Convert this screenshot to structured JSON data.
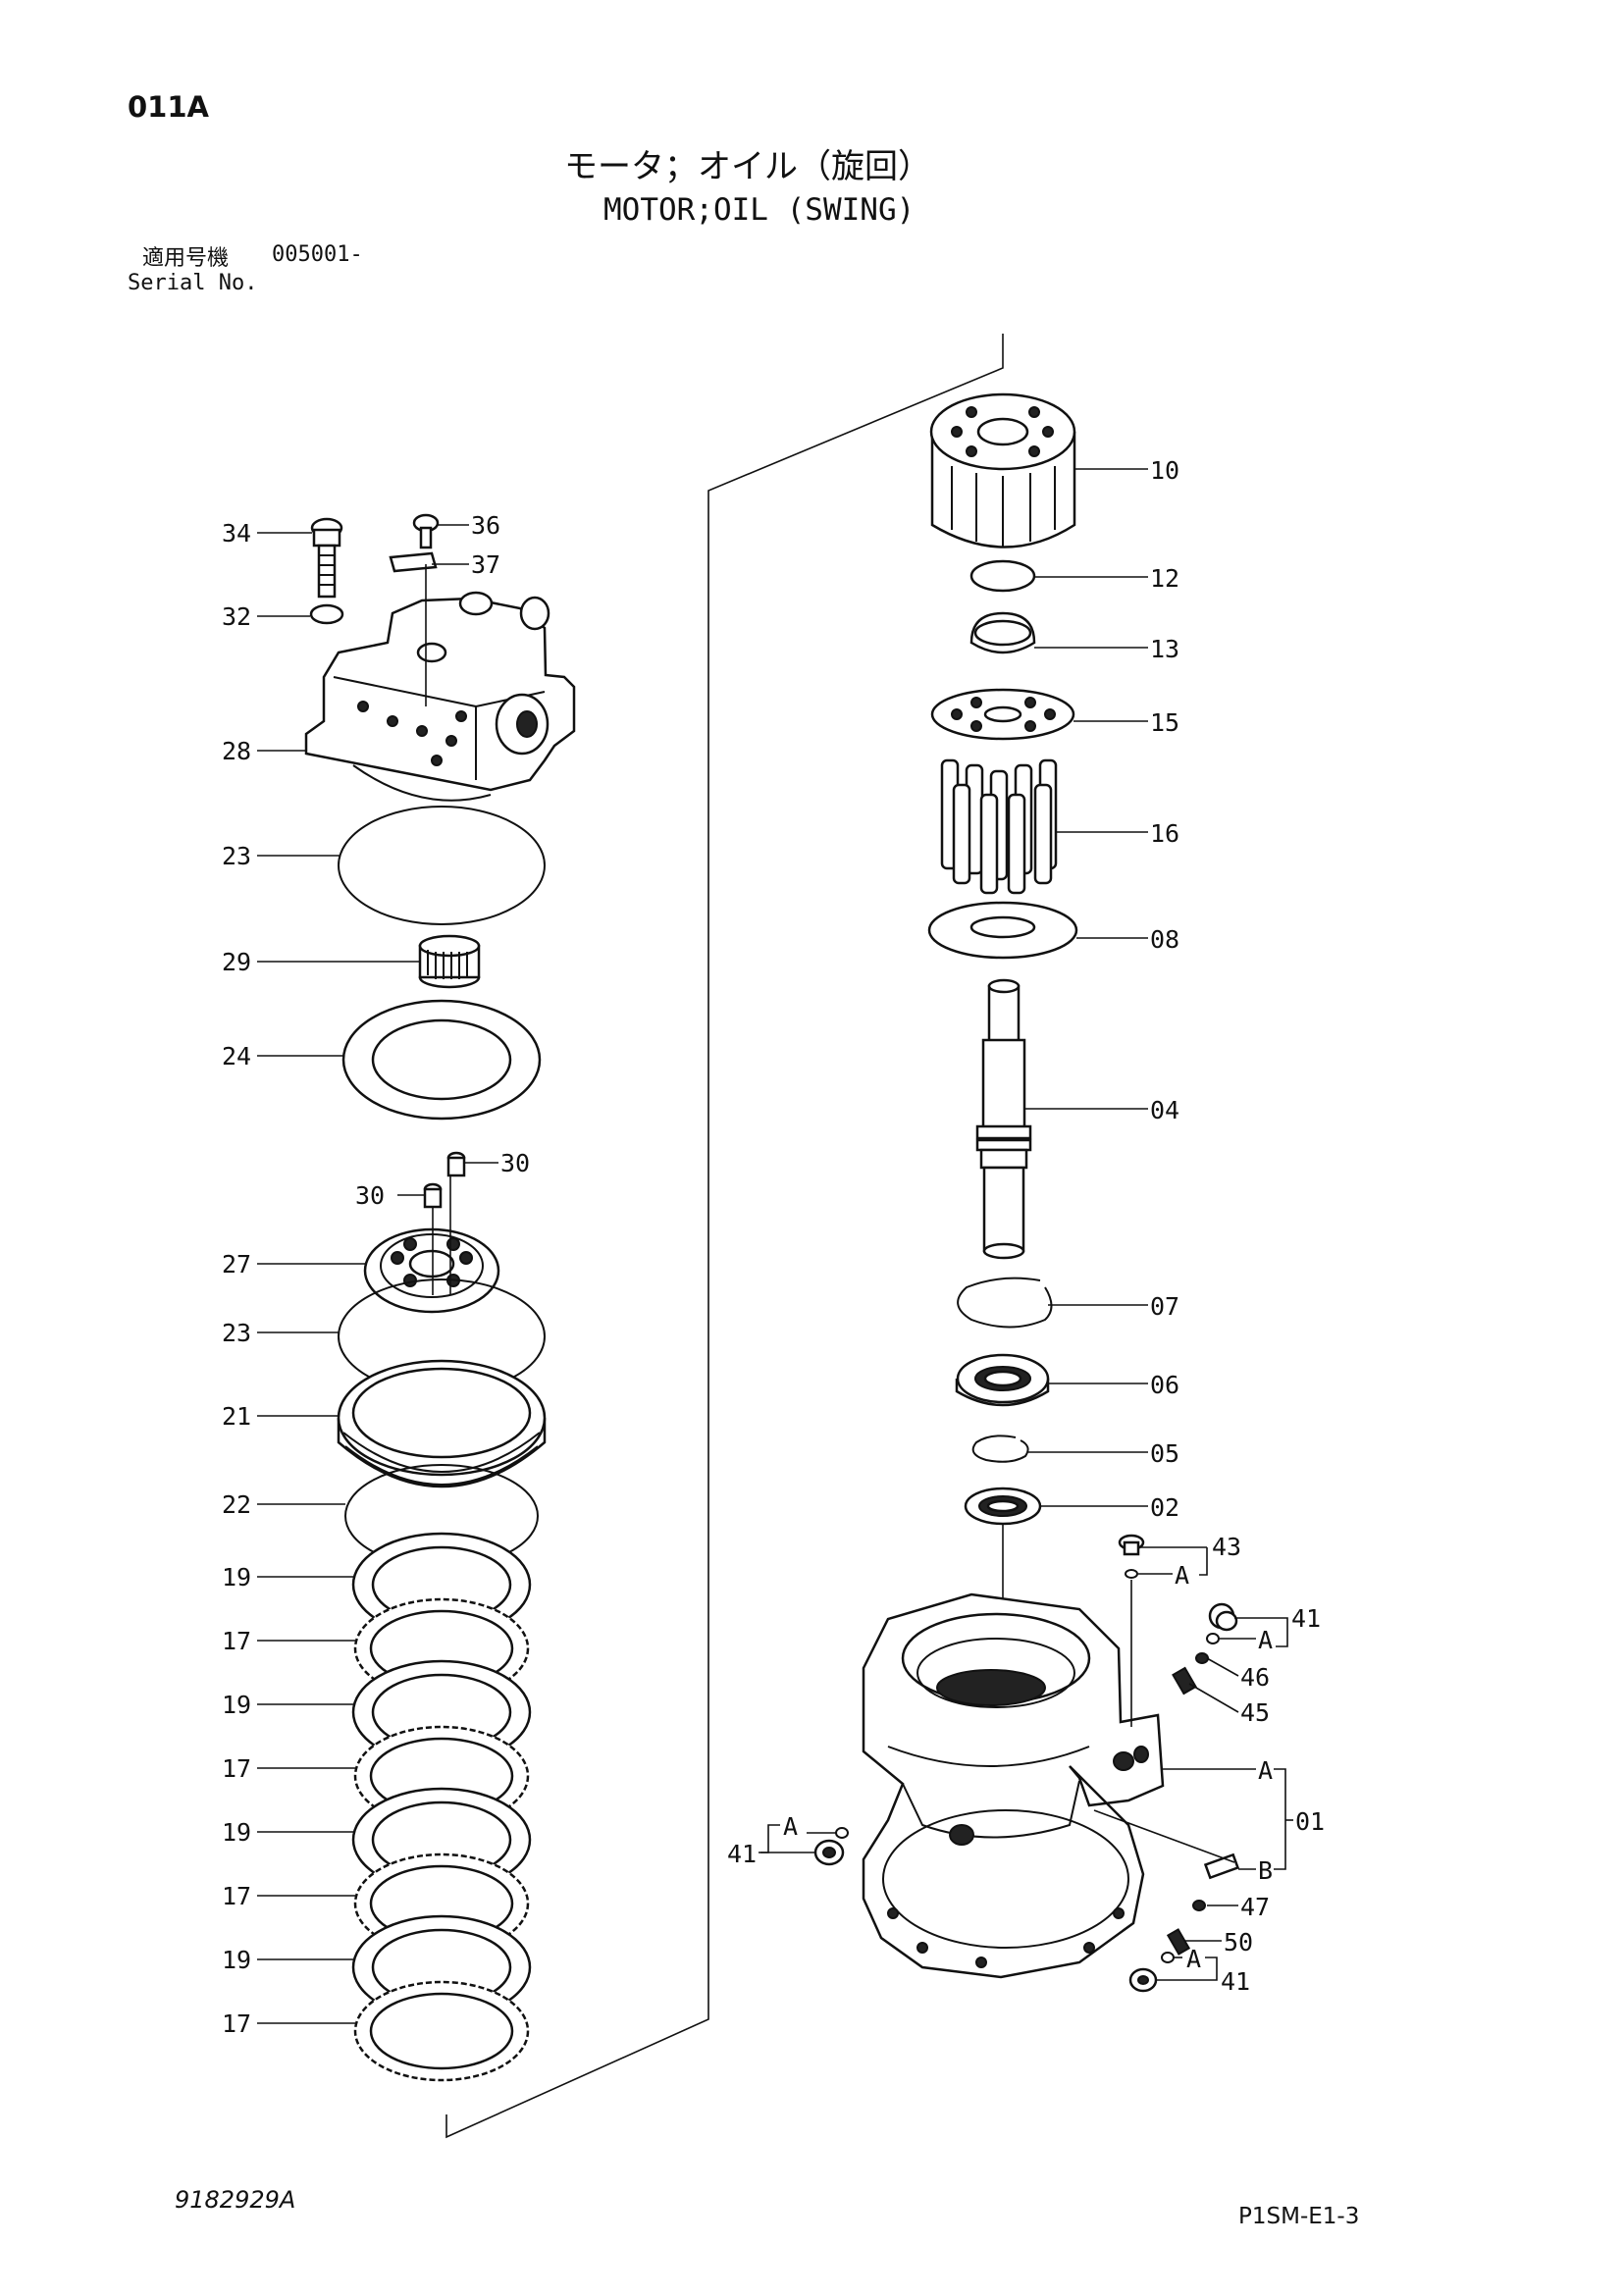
{
  "header": {
    "page_code": "011A",
    "title_jp": "モータ；オイル（旋回）",
    "title_en": "MOTOR;OIL (SWING)",
    "serial_label_jp": "適用号機",
    "serial_value": "005001-",
    "serial_label_en": "Serial No."
  },
  "footer": {
    "drawing_number": "9182929A",
    "sheet_code": "P1SM-E1-3"
  },
  "callouts": {
    "c34": "34",
    "c36": "36",
    "c37": "37",
    "c32": "32",
    "c28": "28",
    "c23a": "23",
    "c29": "29",
    "c24": "24",
    "c30a": "30",
    "c30b": "30",
    "c27": "27",
    "c23b": "23",
    "c21": "21",
    "c22": "22",
    "c19a": "19",
    "c17a": "17",
    "c19b": "19",
    "c17b": "17",
    "c19c": "19",
    "c17c": "17",
    "c19d": "19",
    "c17d": "17",
    "c10": "10",
    "c12": "12",
    "c13": "13",
    "c15": "15",
    "c16": "16",
    "c08": "08",
    "c04": "04",
    "c07": "07",
    "c06": "06",
    "c05": "05",
    "c02": "02",
    "c43": "43",
    "c41a": "41",
    "c46": "46",
    "c45": "45",
    "c01": "01",
    "c41b": "41",
    "c47": "47",
    "c50": "50",
    "c41c": "41",
    "kA1": "A",
    "kA2": "A",
    "kA3": "A",
    "kA4": "A",
    "kA5": "A",
    "kB": "B"
  }
}
